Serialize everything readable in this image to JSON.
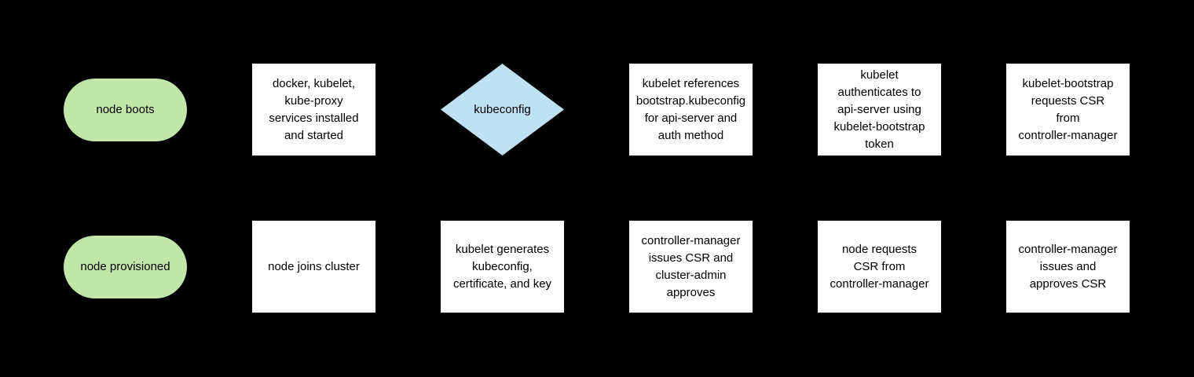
{
  "colors": {
    "background": "#000000",
    "process_fill": "#ffffff",
    "terminator_fill": "#c2e6a9",
    "decision_fill": "#bee1f4",
    "text": "#000000"
  },
  "nodes": [
    {
      "id": "node-boots",
      "type": "terminator",
      "label": "node boots"
    },
    {
      "id": "services-installed",
      "type": "process",
      "label": "docker, kubelet,\nkube-proxy\nservices installed\nand started"
    },
    {
      "id": "kubeconfig-decision",
      "type": "decision",
      "label": "kubeconfig"
    },
    {
      "id": "kubelet-references-bootstrap",
      "type": "process",
      "label": "kubelet references\nbootstrap.kubeconfig\nfor api-server and\nauth method"
    },
    {
      "id": "kubelet-authenticates",
      "type": "process",
      "label": "kubelet\nauthenticates to\napi-server using\nkubelet-bootstrap\ntoken"
    },
    {
      "id": "kubelet-bootstrap-requests-csr",
      "type": "process",
      "label": "kubelet-bootstrap\nrequests CSR\nfrom\ncontroller-manager"
    },
    {
      "id": "node-provisioned",
      "type": "terminator",
      "label": "node provisioned"
    },
    {
      "id": "node-joins-cluster",
      "type": "process",
      "label": "node joins cluster"
    },
    {
      "id": "kubelet-generates",
      "type": "process",
      "label": "kubelet generates\nkubeconfig,\ncertificate, and key"
    },
    {
      "id": "controller-manager-issues-csr",
      "type": "process",
      "label": "controller-manager\nissues CSR and\ncluster-admin\napproves"
    },
    {
      "id": "node-requests-csr",
      "type": "process",
      "label": "node requests\nCSR from\ncontroller-manager"
    },
    {
      "id": "controller-manager-approves",
      "type": "process",
      "label": "controller-manager\nissues and\napproves CSR"
    }
  ]
}
